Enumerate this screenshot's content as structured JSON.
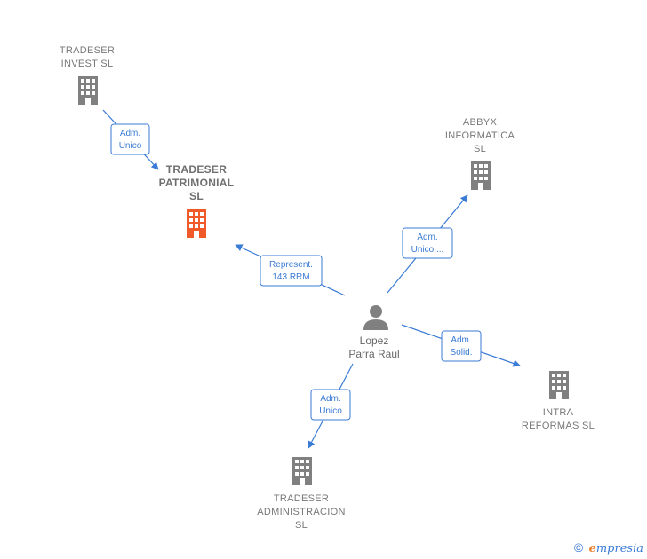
{
  "nodes": {
    "tradeser_invest": {
      "label_lines": [
        "TRADESER",
        "INVEST  SL"
      ],
      "color": "#808080",
      "icon": "building-icon"
    },
    "tradeser_patrimonial": {
      "label_lines": [
        "TRADESER",
        "PATRIMONIAL",
        "SL"
      ],
      "color": "#f05a28",
      "icon": "building-icon"
    },
    "abbyx_informatica": {
      "label_lines": [
        "ABBYX",
        "INFORMATICA",
        "SL"
      ],
      "color": "#808080",
      "icon": "building-icon"
    },
    "intra_reformas": {
      "label_lines": [
        "INTRA",
        "REFORMAS  SL"
      ],
      "color": "#808080",
      "icon": "building-icon"
    },
    "tradeser_administracion": {
      "label_lines": [
        "TRADESER",
        "ADMINISTRACION",
        "SL"
      ],
      "color": "#808080",
      "icon": "building-icon"
    },
    "person": {
      "label_lines": [
        "Lopez",
        "Parra Raul"
      ],
      "color": "#808080",
      "icon": "person-icon"
    }
  },
  "edges": [
    {
      "id": "invest_to_patrimonial",
      "label_lines": [
        "Adm.",
        "Unico"
      ]
    },
    {
      "id": "person_to_patrimonial",
      "label_lines": [
        "Represent.",
        "143 RRM"
      ]
    },
    {
      "id": "person_to_abbyx",
      "label_lines": [
        "Adm.",
        "Unico,..."
      ]
    },
    {
      "id": "person_to_intra",
      "label_lines": [
        "Adm.",
        "Solid."
      ]
    },
    {
      "id": "person_to_administracion",
      "label_lines": [
        "Adm.",
        "Unico"
      ]
    }
  ],
  "colors": {
    "edge": "#3a7bd5",
    "building_default": "#808080",
    "building_highlight": "#f05a28"
  },
  "watermark": {
    "symbol": "©",
    "brand_initial": "e",
    "brand_rest": "mpresia"
  }
}
